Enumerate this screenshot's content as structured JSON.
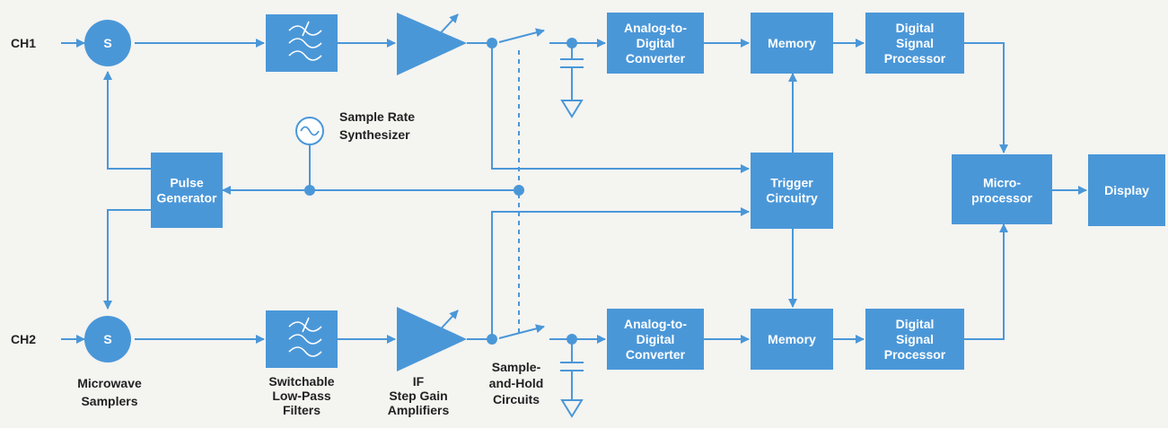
{
  "inputs": {
    "ch1": "CH1",
    "ch2": "CH2"
  },
  "sampler_symbol": "S",
  "blocks": {
    "pulse_generator": [
      "Pulse",
      "Generator"
    ],
    "adc1": [
      "Analog-to-",
      "Digital",
      "Converter"
    ],
    "adc2": [
      "Analog-to-",
      "Digital",
      "Converter"
    ],
    "memory1": [
      "Memory"
    ],
    "memory2": [
      "Memory"
    ],
    "dsp1": [
      "Digital",
      "Signal",
      "Processor"
    ],
    "dsp2": [
      "Digital",
      "Signal",
      "Processor"
    ],
    "trigger": [
      "Trigger",
      "Circuitry"
    ],
    "microprocessor": [
      "Micro-",
      "processor"
    ],
    "display": [
      "Display"
    ]
  },
  "labels": {
    "synthesizer": [
      "Sample Rate",
      "Synthesizer"
    ],
    "samplers": [
      "Microwave",
      "Samplers"
    ],
    "filters": [
      "Switchable",
      "Low-Pass",
      "Filters"
    ],
    "amplifiers": [
      "IF",
      "Step Gain",
      "Amplifiers"
    ],
    "sample_hold": [
      "Sample-",
      "and-Hold",
      "Circuits"
    ]
  },
  "colors": {
    "block": "#4a97d8",
    "text": "#222222",
    "background": "#f4f4f1"
  }
}
